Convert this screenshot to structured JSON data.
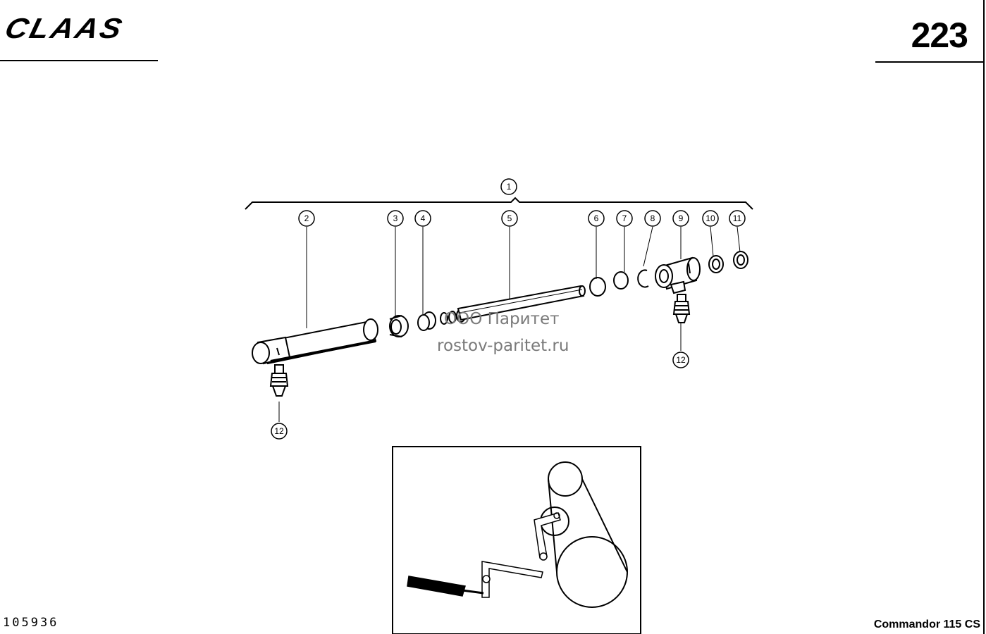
{
  "header": {
    "logo": "CLAAS",
    "page_number": "223"
  },
  "footer": {
    "drawing_number": "105936",
    "model": "Commandor 115 CS"
  },
  "watermark": {
    "line1": "ООО Паритет",
    "line2": "rostov-paritet.ru"
  },
  "callouts": [
    "1",
    "2",
    "3",
    "4",
    "5",
    "6",
    "7",
    "8",
    "9",
    "10",
    "11",
    "12",
    "12"
  ]
}
